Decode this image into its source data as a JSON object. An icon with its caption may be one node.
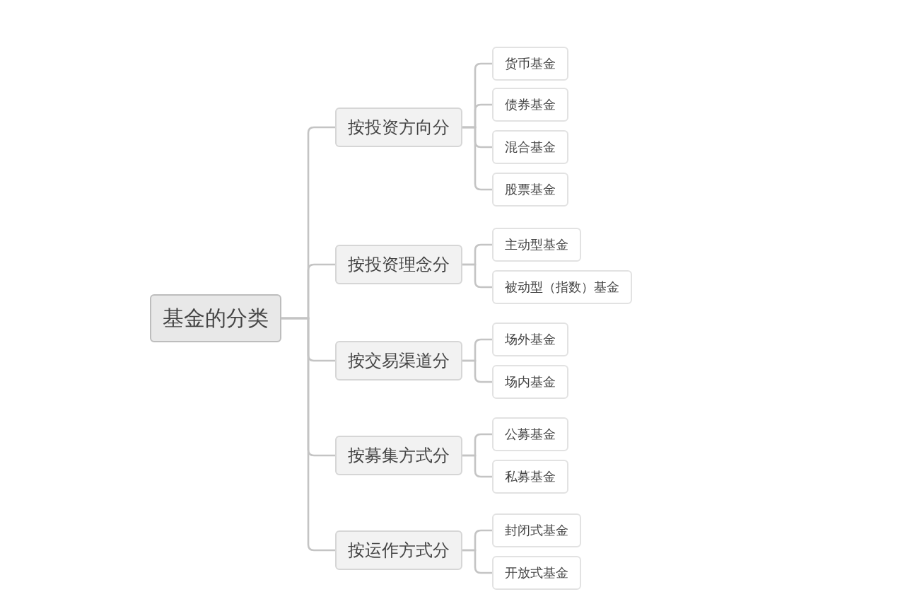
{
  "diagram": {
    "nodes": [
      {
        "text": [
          "基金的分类"
        ]
      },
      {
        "text": [
          "按投资方向分"
        ]
      },
      {
        "text": [
          "货币基金"
        ]
      },
      {
        "text": [
          "债券基金"
        ]
      },
      {
        "text": [
          "混合基金"
        ]
      },
      {
        "text": [
          "股票基金"
        ]
      },
      {
        "text": [
          "按投资理念分"
        ]
      },
      {
        "text": [
          "主动型基金"
        ]
      },
      {
        "text": [
          "被动型（指数）基金"
        ]
      },
      {
        "text": [
          "按交易渠道分"
        ]
      },
      {
        "text": [
          "场外基金"
        ]
      },
      {
        "text": [
          "场内基金"
        ]
      },
      {
        "text": [
          "按募集方式分"
        ]
      },
      {
        "text": [
          "公募基金"
        ]
      },
      {
        "text": [
          "私募基金"
        ]
      },
      {
        "text": [
          "按运作方式分"
        ]
      },
      {
        "text": [
          "封闭式基金"
        ]
      },
      {
        "text": [
          "开放式基金"
        ]
      }
    ],
    "edges": [
      {
        "from": 0,
        "to": 1,
        "arrow": "none"
      },
      {
        "from": 1,
        "to": 2,
        "arrow": "none"
      },
      {
        "from": 1,
        "to": 3,
        "arrow": "none"
      },
      {
        "from": 1,
        "to": 4,
        "arrow": "none"
      },
      {
        "from": 1,
        "to": 5,
        "arrow": "none"
      },
      {
        "from": 0,
        "to": 6,
        "arrow": "none"
      },
      {
        "from": 6,
        "to": 7,
        "arrow": "none"
      },
      {
        "from": 6,
        "to": 8,
        "arrow": "none"
      },
      {
        "from": 0,
        "to": 9,
        "arrow": "none"
      },
      {
        "from": 9,
        "to": 10,
        "arrow": "none"
      },
      {
        "from": 9,
        "to": 11,
        "arrow": "none"
      },
      {
        "from": 0,
        "to": 12,
        "arrow": "none"
      },
      {
        "from": 12,
        "to": 13,
        "arrow": "none"
      },
      {
        "from": 12,
        "to": 14,
        "arrow": "none"
      },
      {
        "from": 0,
        "to": 15,
        "arrow": "none"
      },
      {
        "from": 15,
        "to": 16,
        "arrow": "none"
      },
      {
        "from": 15,
        "to": 17,
        "arrow": "none"
      }
    ]
  }
}
